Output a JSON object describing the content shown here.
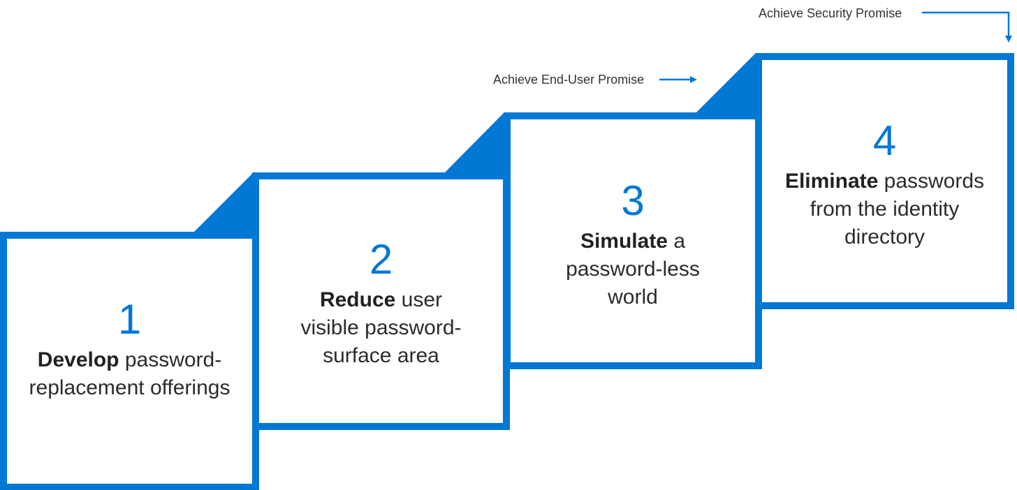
{
  "colors": {
    "accent": "#0078d4",
    "text": "#2b2b2b",
    "background": "#ffffff"
  },
  "steps": [
    {
      "number": "1",
      "bold": "Develop",
      "rest": " password-replacement offerings"
    },
    {
      "number": "2",
      "bold": "Reduce",
      "rest": " user visible password-surface area"
    },
    {
      "number": "3",
      "bold": "Simulate",
      "rest": " a password-less world"
    },
    {
      "number": "4",
      "bold": "Eliminate",
      "rest": " passwords from the identity directory"
    }
  ],
  "promises": {
    "end_user": "Achieve End-User Promise",
    "security": "Achieve Security Promise"
  }
}
